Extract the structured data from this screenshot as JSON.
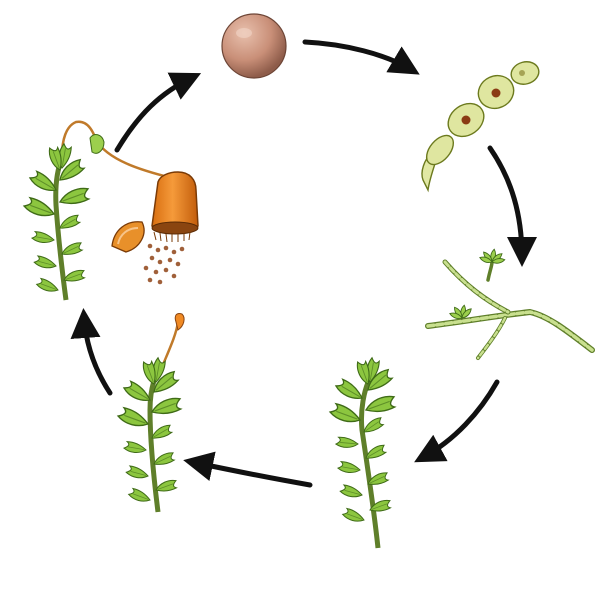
{
  "diagram": {
    "type": "cycle",
    "stages": [
      {
        "id": "spore",
        "icon": "spore-icon"
      },
      {
        "id": "protonema-germinating",
        "icon": "germinating-protonema-icon"
      },
      {
        "id": "protonema-with-buds",
        "icon": "protonema-buds-icon"
      },
      {
        "id": "gametophyte",
        "icon": "leafy-gametophyte-icon"
      },
      {
        "id": "gametophyte-with-young-sporophyte",
        "icon": "young-sporophyte-icon"
      },
      {
        "id": "gametophyte-with-capsule-releasing-spores",
        "icon": "capsule-releasing-spores-icon"
      }
    ],
    "arrow_count": 6,
    "colors": {
      "arrow": "#111111",
      "leaf": "#8cc63f",
      "leaf_dark": "#4f7d1f",
      "capsule": "#f08a24",
      "spore": "#c98f78",
      "cell": "#dfe6a0"
    }
  }
}
